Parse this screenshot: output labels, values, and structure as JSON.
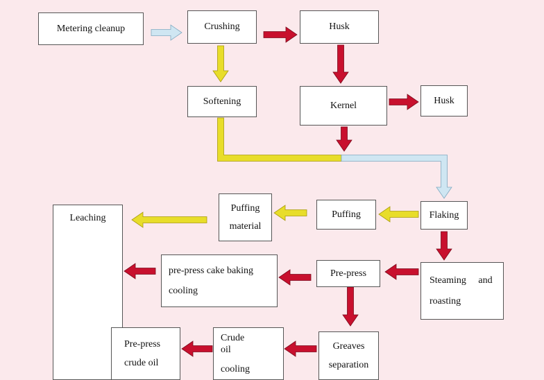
{
  "colors": {
    "background": "#fbe9ec",
    "arrow_red": "#c8102e",
    "arrow_yellow": "#e8dd2a",
    "arrow_lightblue": "#cfe6f2"
  },
  "nodes": {
    "metering": "Metering cleanup",
    "crushing": "Crushing",
    "husk_top": "Husk",
    "softening": "Softening",
    "kernel": "Kernel",
    "husk_right": "Husk",
    "flaking": "Flaking",
    "puffing": "Puffing",
    "puffing_material": {
      "line1": "Puffing",
      "line2": "material"
    },
    "leaching": "Leaching",
    "steaming": {
      "line1": "Steaming and",
      "line2": "roasting"
    },
    "prepress": "Pre-press",
    "prepress_cake": {
      "line1": "pre-press cake baking",
      "line2": "cooling"
    },
    "greaves": {
      "line1": "Greaves",
      "line2": "separation"
    },
    "crude_oil_cooling": {
      "line1": "Crude oil",
      "line2": "cooling"
    },
    "prepress_crude_oil": {
      "line1": "Pre-press",
      "line2": "crude oil"
    }
  },
  "edges": [
    {
      "from": "metering",
      "to": "crushing",
      "color": "lightblue"
    },
    {
      "from": "crushing",
      "to": "husk_top",
      "color": "red"
    },
    {
      "from": "crushing",
      "to": "softening",
      "color": "yellow"
    },
    {
      "from": "husk_top",
      "to": "kernel",
      "color": "red"
    },
    {
      "from": "kernel",
      "to": "husk_right",
      "color": "red"
    },
    {
      "from": "softening",
      "to": "flaking",
      "color": "yellow"
    },
    {
      "from": "kernel",
      "to": "flaking",
      "color": "red"
    },
    {
      "from": "flaking",
      "to": "puffing",
      "color": "yellow"
    },
    {
      "from": "puffing",
      "to": "puffing_material",
      "color": "yellow"
    },
    {
      "from": "puffing_material",
      "to": "leaching",
      "color": "yellow"
    },
    {
      "from": "flaking",
      "to": "steaming",
      "color": "red"
    },
    {
      "from": "steaming",
      "to": "prepress",
      "color": "red"
    },
    {
      "from": "prepress",
      "to": "prepress_cake",
      "color": "red"
    },
    {
      "from": "prepress_cake",
      "to": "leaching",
      "color": "red"
    },
    {
      "from": "prepress",
      "to": "greaves",
      "color": "red"
    },
    {
      "from": "greaves",
      "to": "crude_oil_cooling",
      "color": "red"
    },
    {
      "from": "crude_oil_cooling",
      "to": "prepress_crude_oil",
      "color": "red"
    }
  ]
}
